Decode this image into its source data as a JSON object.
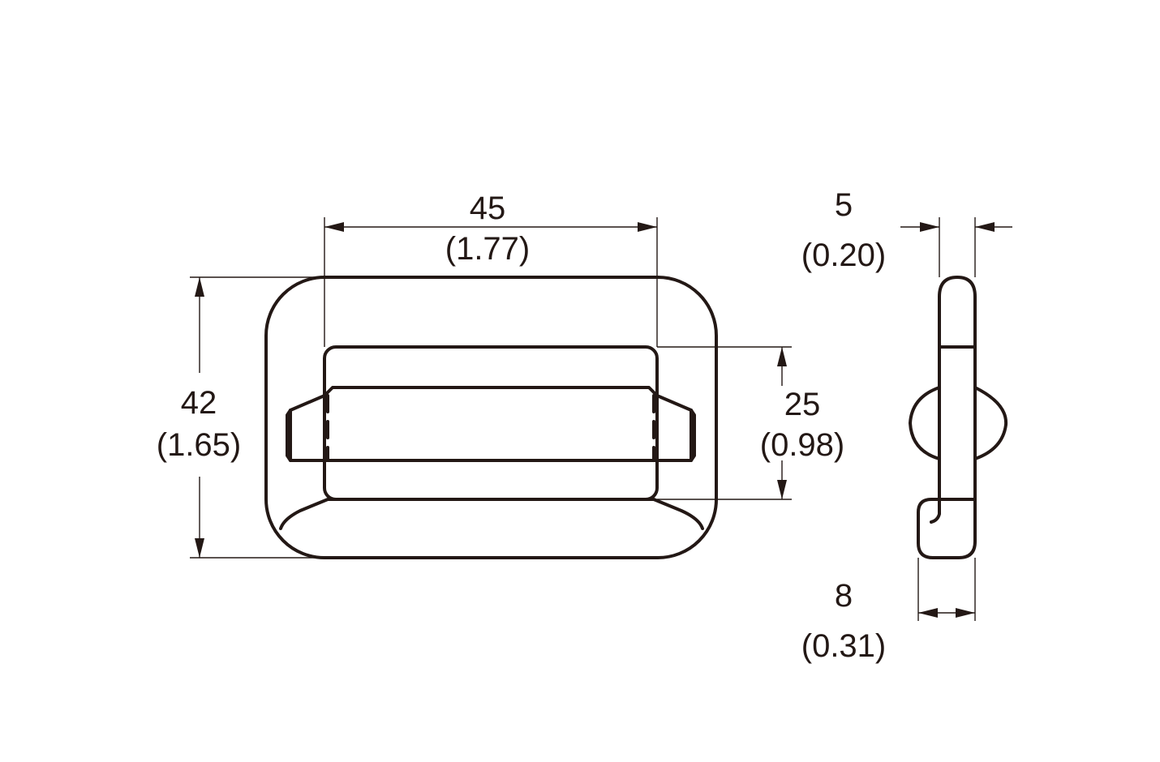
{
  "colors": {
    "line": "#231815",
    "background": "#ffffff"
  },
  "dimensions": {
    "width": {
      "mm": "45",
      "inch": "(1.77)"
    },
    "height": {
      "mm": "42",
      "inch": "(1.65)"
    },
    "slot": {
      "mm": "25",
      "inch": "(0.98)"
    },
    "thickness_top": {
      "mm": "5",
      "inch": "(0.20)"
    },
    "thickness_bottom": {
      "mm": "8",
      "inch": "(0.31)"
    }
  }
}
